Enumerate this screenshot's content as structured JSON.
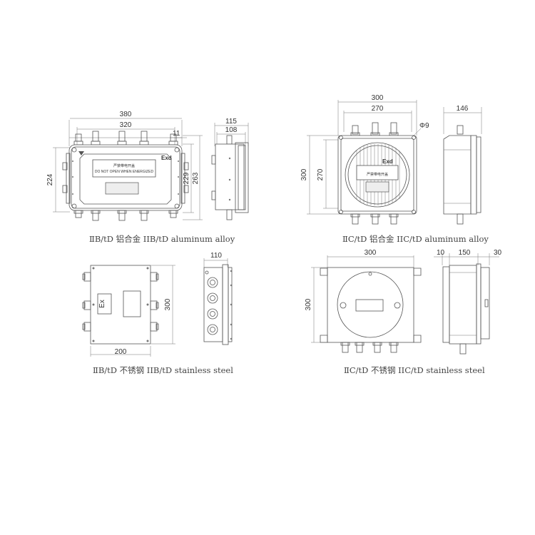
{
  "diagram_1": {
    "caption": "ⅡB/tD 铝合金 IIB/tD aluminum alloy",
    "dims": {
      "overall_width": "380",
      "inner_width": "320",
      "offset": "11",
      "height_left": "224",
      "height_inner": "229",
      "height_outer": "263",
      "side_outer": "115",
      "side_inner": "108"
    },
    "labels": {
      "exd": "Exd",
      "chinese_plate": "严禁带电开盖",
      "english_plate": "DO NOT OPEN WHEN ENERGIZED"
    }
  },
  "diagram_2": {
    "caption": "ⅡC/tD 铝合金 IIC/tD aluminum alloy",
    "dims": {
      "overall_width": "300",
      "inner_width": "270",
      "hole": "Φ9",
      "height_outer": "300",
      "height_inner": "270",
      "side_depth": "146"
    },
    "labels": {
      "exd": "Exd",
      "chinese_plate": "严禁带电开盖"
    }
  },
  "diagram_3": {
    "caption": "ⅡB/tD 不锈钢 IIB/tD stainless steel",
    "dims": {
      "width": "200",
      "height": "300",
      "side_depth": "110"
    },
    "labels": {
      "ex": "Ex"
    }
  },
  "diagram_4": {
    "caption": "ⅡC/tD 不锈钢 IIC/tD stainless steel",
    "dims": {
      "width": "300",
      "height": "300",
      "side_a": "10",
      "side_b": "150",
      "side_c": "30"
    }
  }
}
